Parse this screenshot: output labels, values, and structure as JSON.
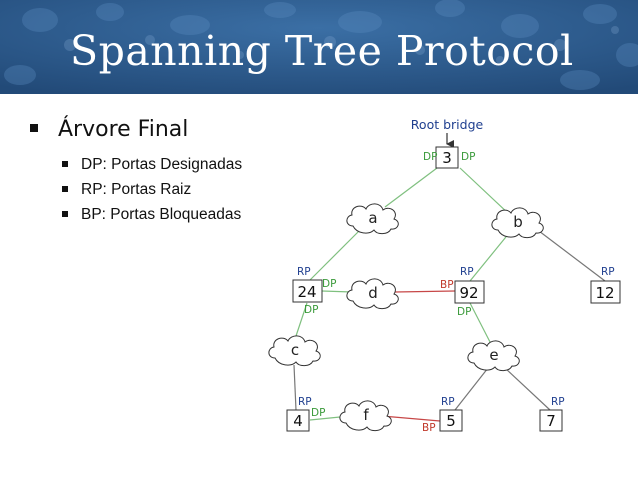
{
  "slide": {
    "title": "Spanning Tree Protocol",
    "bullet": "Árvore Final",
    "subbullets": [
      "DP: Portas Designadas",
      "RP: Portas Raiz",
      "BP: Portas Bloqueadas"
    ]
  },
  "colors": {
    "header_bg": "#2c5a8c",
    "root_link": "#7fc07f",
    "blocked_link": "#c74747",
    "gray_link": "#777777",
    "dp_label": "#3a9a3a",
    "rp_label": "#1f3f8f",
    "bp_label": "#c0392b"
  },
  "diagram": {
    "root_label": "Root bridge",
    "switches": [
      {
        "id": "s3",
        "label": "3"
      },
      {
        "id": "s24",
        "label": "24"
      },
      {
        "id": "s92",
        "label": "92"
      },
      {
        "id": "s12",
        "label": "12"
      },
      {
        "id": "s4",
        "label": "4"
      },
      {
        "id": "s5",
        "label": "5"
      },
      {
        "id": "s7",
        "label": "7"
      }
    ],
    "segments": [
      {
        "id": "a",
        "label": "a"
      },
      {
        "id": "b",
        "label": "b"
      },
      {
        "id": "c",
        "label": "c"
      },
      {
        "id": "d",
        "label": "d"
      },
      {
        "id": "e",
        "label": "e"
      },
      {
        "id": "f",
        "label": "f"
      }
    ],
    "ports": [
      {
        "label": "DP",
        "role": "dp"
      },
      {
        "label": "DP",
        "role": "dp"
      },
      {
        "label": "RP",
        "role": "rp"
      },
      {
        "label": "DP",
        "role": "dp"
      },
      {
        "label": "DP",
        "role": "dp"
      },
      {
        "label": "RP",
        "role": "rp"
      },
      {
        "label": "BP",
        "role": "bp"
      },
      {
        "label": "DP",
        "role": "dp"
      },
      {
        "label": "RP",
        "role": "rp"
      },
      {
        "label": "RP",
        "role": "rp"
      },
      {
        "label": "DP",
        "role": "dp"
      },
      {
        "label": "RP",
        "role": "rp"
      },
      {
        "label": "BP",
        "role": "bp"
      },
      {
        "label": "RP",
        "role": "rp"
      }
    ]
  }
}
